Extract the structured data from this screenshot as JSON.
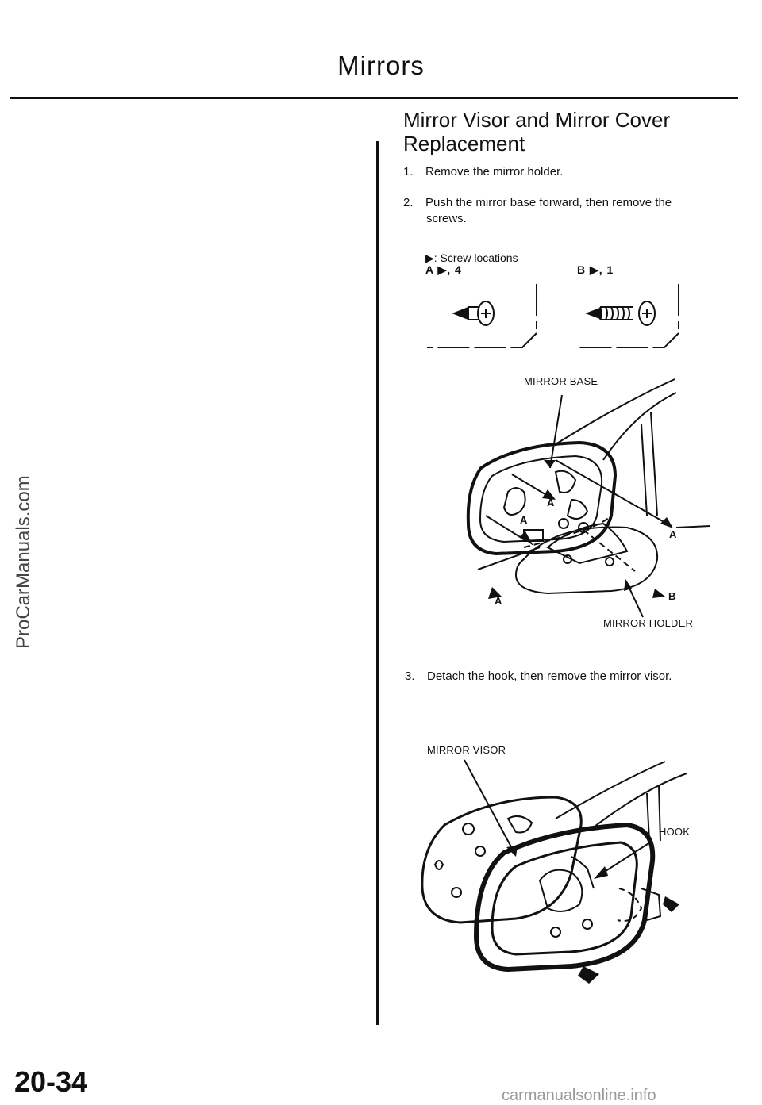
{
  "header": {
    "title": "Mirrors"
  },
  "section": {
    "title": "Mirror Visor and Mirror Cover Replacement"
  },
  "steps": [
    {
      "num": "1.",
      "text": "Remove the mirror holder."
    },
    {
      "num": "2.",
      "text_a": "Push the mirror base forward, then remove the",
      "text_b": "screws."
    },
    {
      "num": "3.",
      "text": "Detach the hook, then remove the mirror visor."
    }
  ],
  "figure1": {
    "legend": "▶: Screw locations",
    "screw_a": "A ▶, 4",
    "screw_b": "B ▶, 1",
    "label_base": "MIRROR BASE",
    "label_holder": "MIRROR HOLDER",
    "callouts": [
      "A",
      "A",
      "A",
      "A",
      "B"
    ]
  },
  "figure2": {
    "label_visor": "MIRROR VISOR",
    "label_hook": "HOOK"
  },
  "watermark": "ProCarManuals.com",
  "page_number": "20-34",
  "footer": "carmanualsonline.info"
}
